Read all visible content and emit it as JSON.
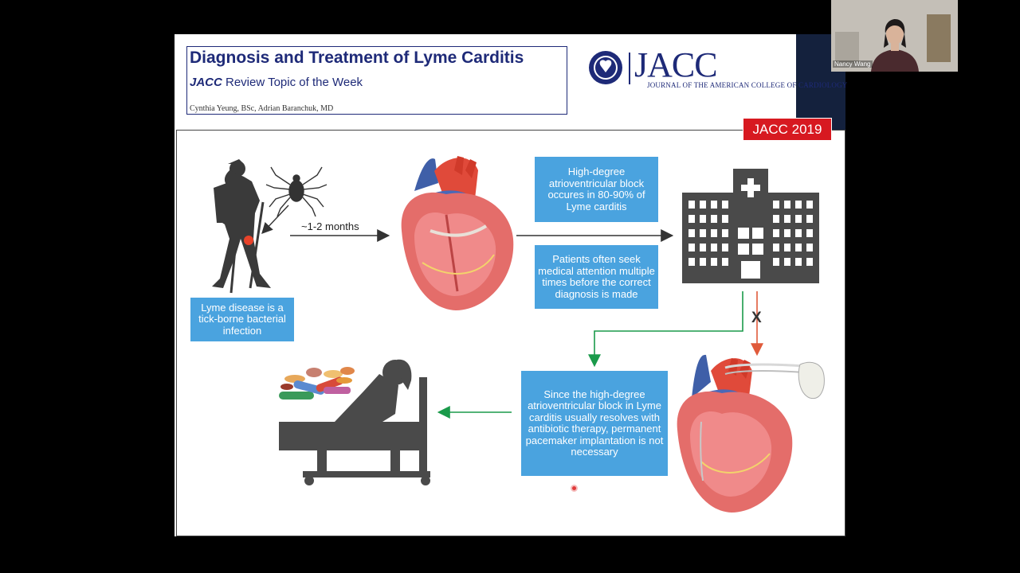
{
  "slide": {
    "title": "Diagnosis and Treatment of Lyme Carditis",
    "subtitle_italic": "JACC",
    "subtitle_rest": " Review Topic of the Week",
    "authors": "Cynthia Yeung, BSc, Adrian Baranchuk, MD",
    "journal_logo": "JACC",
    "journal_name": "JOURNAL OF THE AMERICAN COLLEGE OF CARDIOLOGY",
    "badge": "JACC 2019"
  },
  "infographic": {
    "box_lyme": "Lyme disease is a tick-borne bacterial infection",
    "arrow_months": "~1-2 months",
    "box_block": "High-degree atrioventricular block occures in 80-90% of Lyme carditis",
    "box_patients": "Patients often seek medical attention multiple times before the correct diagnosis is made",
    "box_pacemaker": "Since the high-degree atrioventricular block in Lyme carditis usually resolves with antibiotic therapy, permanent pacemaker implantation is not necessary",
    "x_mark": "X"
  },
  "webcam": {
    "participant_name": "Nancy Wang"
  },
  "colors": {
    "info_blue": "#4aa3df",
    "badge_red": "#d71920",
    "jacc_navy": "#1e2a78",
    "arrow_green": "#1a9a4a",
    "arrow_red": "#e05a3a"
  }
}
